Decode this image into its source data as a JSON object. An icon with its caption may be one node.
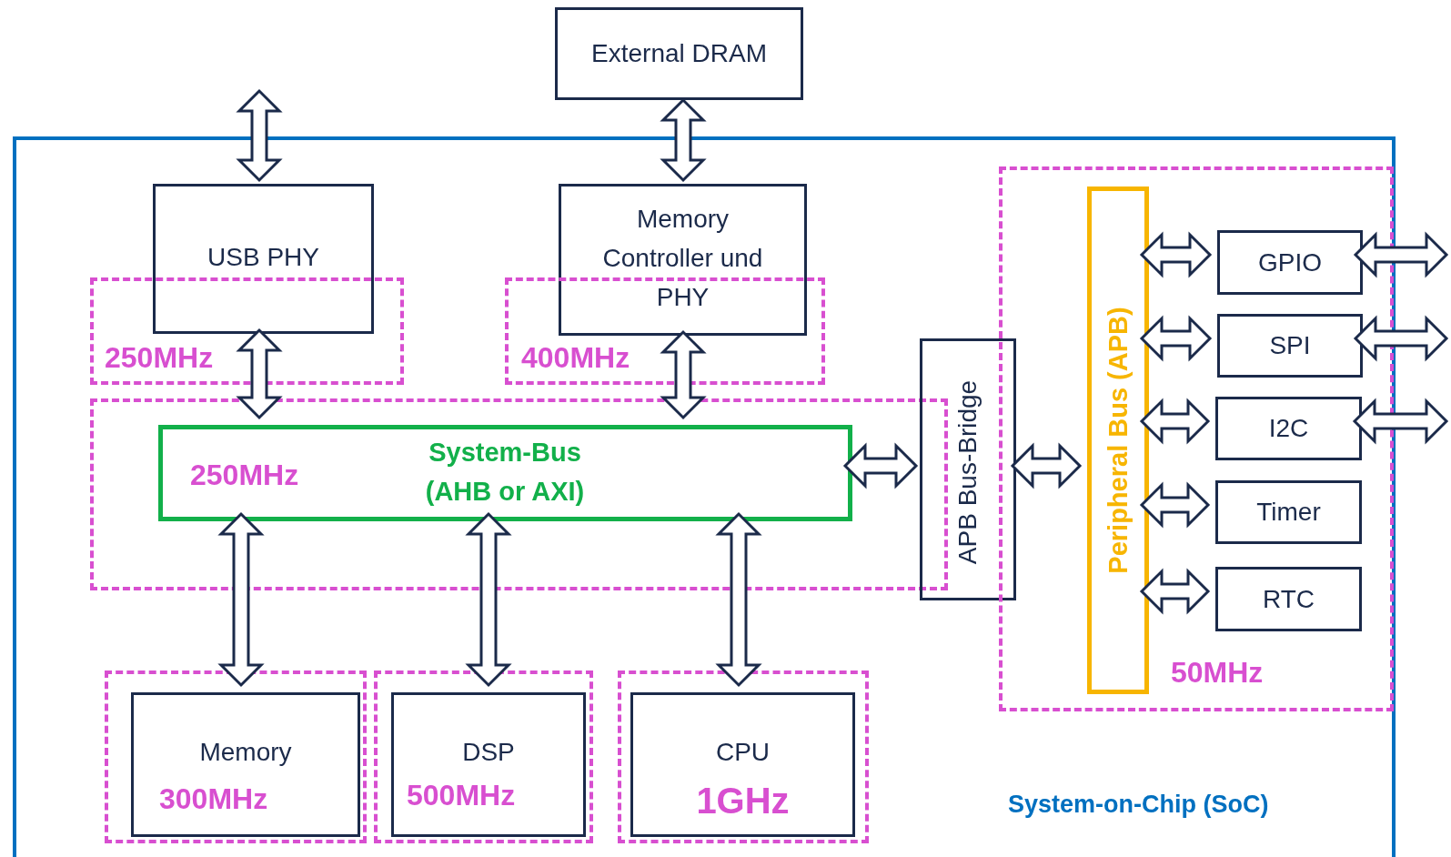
{
  "diagram": {
    "nodes": [
      {
        "text": [
          "System-on-Chip (SoC)"
        ]
      },
      {
        "text": [
          "External DRAM"
        ]
      },
      {
        "text": [
          "USB PHY"
        ],
        "in": 0
      },
      {
        "text": [
          "Memory Controller und PHY"
        ],
        "in": 0
      },
      {
        "text": [
          "250MHz"
        ],
        "in": 0
      },
      {
        "text": [
          "400MHz"
        ],
        "in": 0
      },
      {
        "text": [],
        "shape": "box",
        "in": 0
      },
      {
        "text": [
          "250MHz",
          "System-Bus (AHB or AXI)"
        ],
        "in": 6
      },
      {
        "text": [
          "APB Bus-Bridge"
        ],
        "in": 0
      },
      {
        "text": [
          "50MHz"
        ],
        "in": 0
      },
      {
        "text": [
          "Peripheral Bus (APB)"
        ],
        "in": 9
      },
      {
        "text": [
          "GPIO"
        ],
        "in": 9
      },
      {
        "text": [
          "SPI"
        ],
        "in": 9
      },
      {
        "text": [
          "I2C"
        ],
        "in": 9
      },
      {
        "text": [
          "Timer"
        ],
        "in": 9
      },
      {
        "text": [
          "RTC"
        ],
        "in": 9
      },
      {
        "text": [],
        "shape": "box",
        "in": 0
      },
      {
        "text": [
          "Memory",
          "300MHz"
        ],
        "in": 16
      },
      {
        "text": [],
        "shape": "box",
        "in": 0
      },
      {
        "text": [
          "DSP",
          "500MHz"
        ],
        "in": 18
      },
      {
        "text": [],
        "shape": "box",
        "in": 0
      },
      {
        "text": [
          "CPU",
          "1GHz"
        ],
        "in": 20
      }
    ],
    "edges": [
      {
        "from": null,
        "to": 2,
        "arrow": "both"
      },
      {
        "from": 1,
        "to": 3,
        "arrow": "both"
      },
      {
        "from": 2,
        "to": 7,
        "arrow": "both"
      },
      {
        "from": 3,
        "to": 7,
        "arrow": "both"
      },
      {
        "from": 7,
        "to": 8,
        "arrow": "both"
      },
      {
        "from": 8,
        "to": 10,
        "arrow": "both"
      },
      {
        "from": 10,
        "to": 11,
        "arrow": "both"
      },
      {
        "from": 10,
        "to": 12,
        "arrow": "both"
      },
      {
        "from": 10,
        "to": 13,
        "arrow": "both"
      },
      {
        "from": 10,
        "to": 14,
        "arrow": "both"
      },
      {
        "from": 10,
        "to": 15,
        "arrow": "both"
      },
      {
        "from": 11,
        "to": null,
        "arrow": "both"
      },
      {
        "from": 12,
        "to": null,
        "arrow": "both"
      },
      {
        "from": 13,
        "to": null,
        "arrow": "both"
      },
      {
        "from": 7,
        "to": 17,
        "arrow": "both"
      },
      {
        "from": 7,
        "to": 19,
        "arrow": "both"
      },
      {
        "from": 7,
        "to": 21,
        "arrow": "both"
      }
    ]
  }
}
